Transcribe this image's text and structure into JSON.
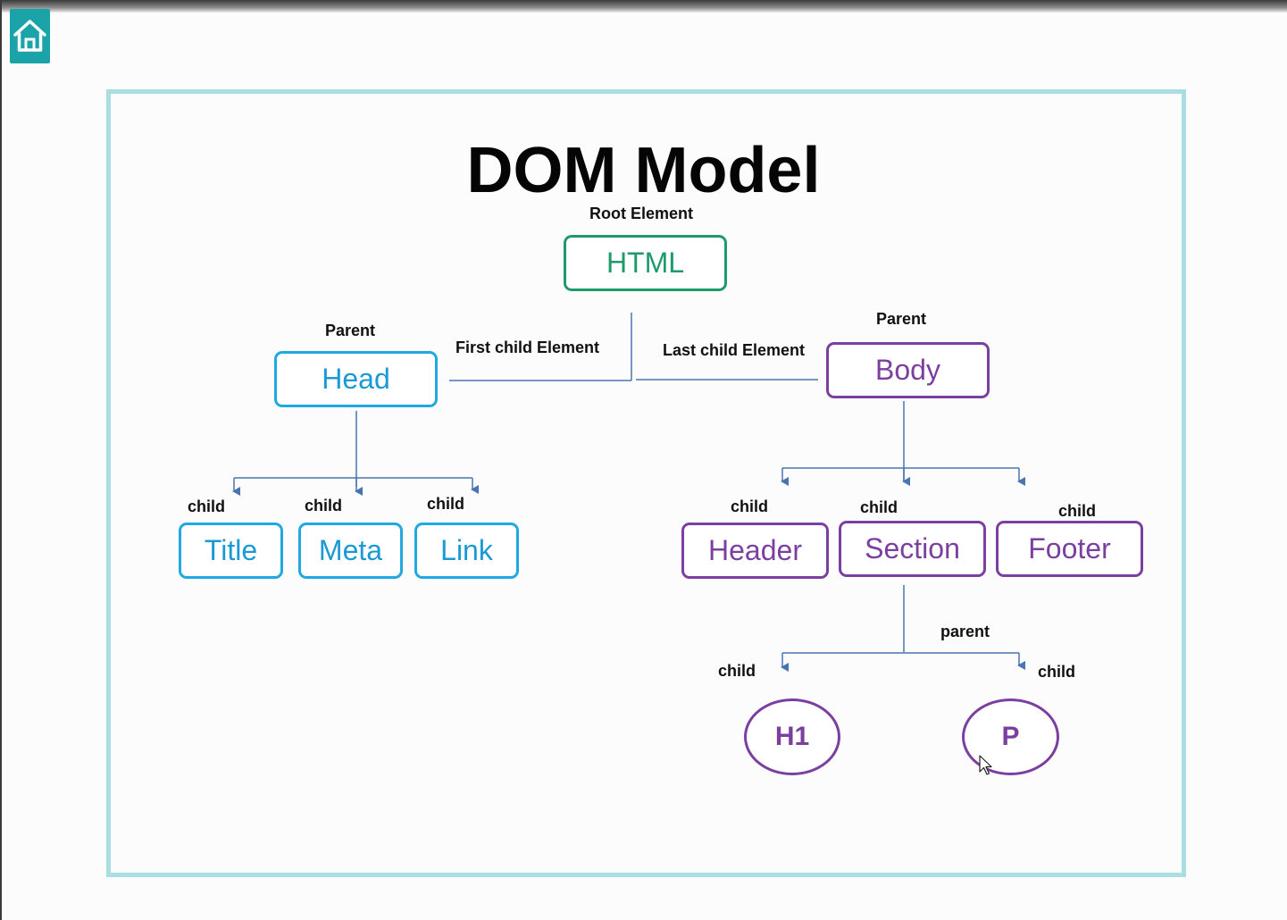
{
  "title": "DOM Model",
  "root_label": "Root Element",
  "nodes": {
    "html": "HTML",
    "head": "Head",
    "body": "Body",
    "title": "Title",
    "meta": "Meta",
    "link": "Link",
    "header": "Header",
    "section": "Section",
    "footer": "Footer",
    "h1": "H1",
    "p": "P"
  },
  "labels": {
    "parent_head": "Parent",
    "parent_body": "Parent",
    "first_child": "First child Element",
    "last_child": "Last child Element",
    "child_title": "child",
    "child_meta": "child",
    "child_link": "child",
    "child_header": "child",
    "child_section": "child",
    "child_footer": "child",
    "parent_section": "parent",
    "child_h1": "child",
    "child_p": "child"
  },
  "colors": {
    "frame": "#a9dfe2",
    "html_node": "#1f9a6b",
    "head_branch": "#1fa8e1",
    "body_branch": "#7b3fa0",
    "connector": "#4a74b0",
    "home_button": "#1aa3a8"
  },
  "icons": {
    "home": "home-icon"
  }
}
